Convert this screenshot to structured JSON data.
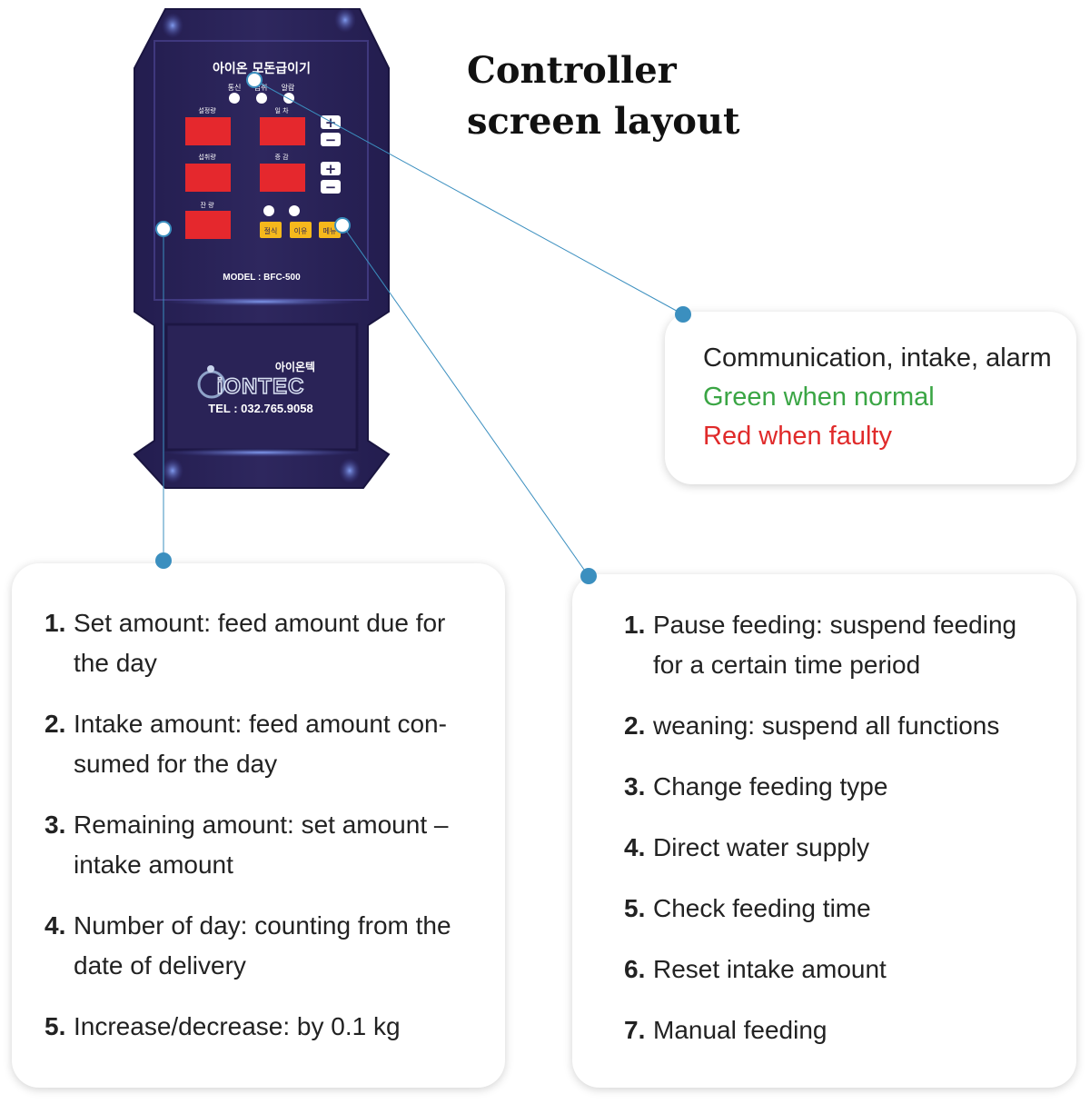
{
  "title": {
    "line1": "Controller",
    "line2": "screen layout"
  },
  "device": {
    "product_name": "아이온 모돈급이기",
    "indicators": [
      "통신",
      "섭취",
      "알람"
    ],
    "display_labels": {
      "set": "설정량",
      "day": "일  차",
      "intake": "섭취량",
      "adjust": "증  감",
      "remaining": "잔  량"
    },
    "plus_symbol": "+",
    "minus_symbol": "−",
    "buttons": [
      "절식",
      "이유",
      "메뉴"
    ],
    "model": "MODEL : BFC-500",
    "brand_korean": "아이온텍",
    "brand_logo": "iONTEC",
    "phone": "TEL : 032.765.9058"
  },
  "legend": {
    "line1": "Communication, intake, alarm",
    "line2": "Green when normal",
    "line3": "Red when faulty"
  },
  "left_list": [
    {
      "num": "1.",
      "text": "Set amount: feed amount due for the day"
    },
    {
      "num": "2.",
      "text": "Intake amount: feed amount con-sumed for the day"
    },
    {
      "num": "3.",
      "text": "Remaining amount: set amount – intake amount"
    },
    {
      "num": "4.",
      "text": "Number of day: counting from the date of delivery"
    },
    {
      "num": "5.",
      "text": "Increase/decrease: by 0.1 kg"
    }
  ],
  "right_list": [
    {
      "num": "1.",
      "text": "Pause feeding: suspend feeding for a certain time period"
    },
    {
      "num": "2.",
      "text": "weaning: suspend all functions"
    },
    {
      "num": "3.",
      "text": "Change feeding type"
    },
    {
      "num": "4.",
      "text": "Direct water supply"
    },
    {
      "num": "5.",
      "text": "Check feeding time"
    },
    {
      "num": "6.",
      "text": "Reset intake amount"
    },
    {
      "num": "7.",
      "text": "Manual feeding"
    }
  ],
  "colors": {
    "device_body": "#2b2458",
    "display_red": "#e5282d",
    "button_yellow": "#f5b81c",
    "connector": "#3b8fbf",
    "green_text": "#3aa544",
    "red_text": "#e02a2a"
  },
  "icon_names": [
    "led-indicator-icon",
    "plus-icon",
    "minus-icon",
    "connector-dot-icon"
  ]
}
